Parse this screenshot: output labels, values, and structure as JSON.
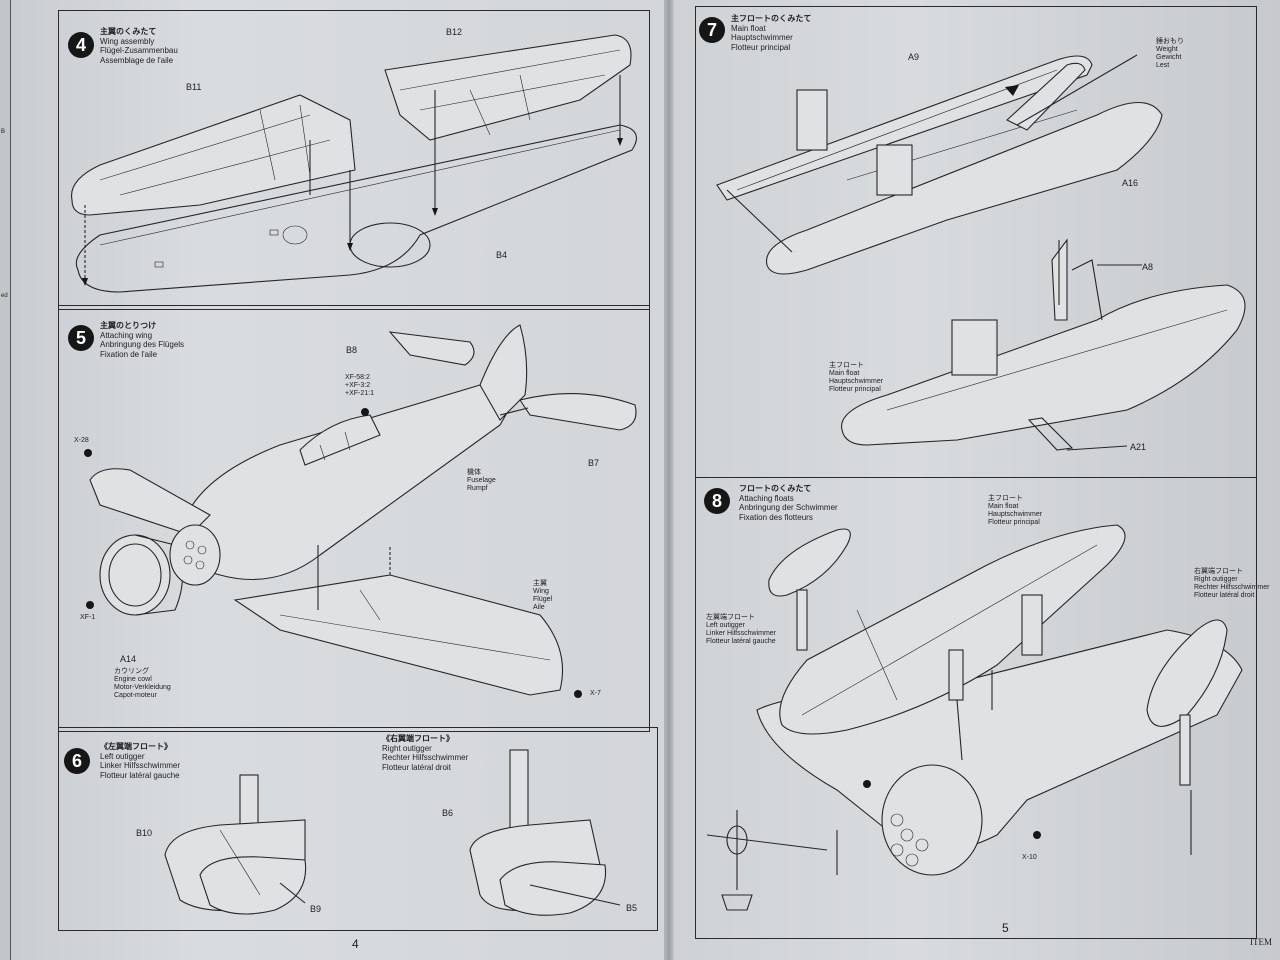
{
  "page_left": "4",
  "page_right": "5",
  "corner_text": "ITEM",
  "edge_marks": [
    "B",
    "ed"
  ],
  "steps": [
    {
      "num": "4",
      "jp": "主翼のくみたて",
      "en": "Wing assembly",
      "de": "Flügel-Zusammenbau",
      "fr": "Assemblage de l'aile",
      "parts": [
        "B11",
        "B12",
        "B4"
      ]
    },
    {
      "num": "5",
      "jp": "主翼のとりつけ",
      "en": "Attaching wing",
      "de": "Anbringung des Flügels",
      "fr": "Fixation de l'aile",
      "parts": [
        "B8",
        "B7",
        "X-28",
        "XF-1",
        "X-7"
      ],
      "paint_mix": [
        "XF-58:2",
        "+XF-3:2",
        "+XF-21:1"
      ],
      "fuselage": [
        "機体",
        "Fuselage",
        "Rumpf"
      ],
      "wing": [
        "主翼",
        "Wing",
        "Flügel",
        "Aile"
      ],
      "cowl_part": "A14",
      "cowl": [
        "カウリング",
        "Engine cowl",
        "Motor-Verkleidung",
        "Capot-moteur"
      ]
    },
    {
      "num": "6",
      "left_float": [
        "《左翼端フロート》",
        "Left outigger",
        "Linker Hilfsschwimmer",
        "Flotteur latéral gauche"
      ],
      "right_float": [
        "《右翼端フロート》",
        "Right outigger",
        "Rechter Hilfsschwimmer",
        "Flotteur latéral droit"
      ],
      "parts": [
        "B10",
        "B9",
        "B6",
        "B5"
      ]
    },
    {
      "num": "7",
      "jp": "主フロートのくみたて",
      "en": "Main float",
      "de": "Hauptschwimmer",
      "fr": "Flotteur principal",
      "parts": [
        "A9",
        "A16",
        "A8",
        "A21"
      ],
      "weight": [
        "錘おもり",
        "Weight",
        "Gewicht",
        "Lest"
      ],
      "main_float": [
        "主フロート",
        "Main float",
        "Hauptschwimmer",
        "Flotteur principal"
      ]
    },
    {
      "num": "8",
      "jp": "フロートのくみたて",
      "en": "Attaching floats",
      "de": "Anbringung der Schwimmer",
      "fr": "Fixation des flotteurs",
      "main_float": [
        "主フロート",
        "Main float",
        "Hauptschwimmer",
        "Flotteur principal"
      ],
      "left_float": [
        "左翼端フロート",
        "Left outigger",
        "Linker Hilfsschwimmer",
        "Flotteur latéral gauche"
      ],
      "right_float": [
        "右翼端フロート",
        "Right outigger",
        "Rechter Hilfsschwimmer",
        "Flotteur latéral droit"
      ],
      "parts": [
        "X-10",
        "X-10"
      ]
    }
  ]
}
